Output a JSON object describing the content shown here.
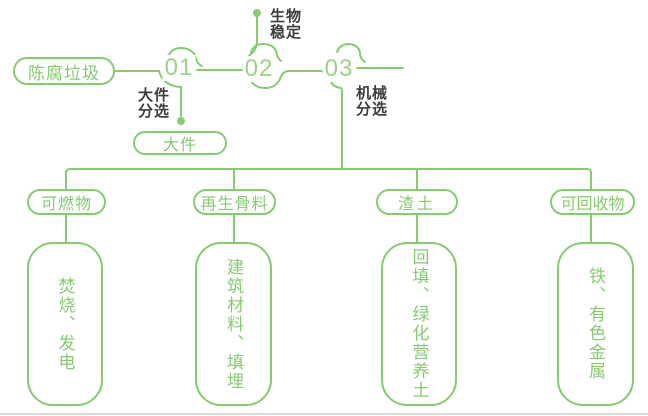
{
  "diagram": {
    "type": "flowchart",
    "topic": "陈腐垃圾处理流程",
    "colors": {
      "line_green": "#86cb72",
      "number_green": "#9bd287",
      "label_dark": "#3d3d3d",
      "background": "#ffffff",
      "bottom_divider": "#dcdcdc"
    },
    "source_label": "陈腐垃圾",
    "steps": [
      {
        "number": "01",
        "label_line1": "大件",
        "label_line2": "分选",
        "output_label": "大件"
      },
      {
        "number": "02",
        "label_line1": "生物",
        "label_line2": "稳定"
      },
      {
        "number": "03",
        "label_line1": "机械",
        "label_line2": "分选"
      }
    ],
    "branches": [
      {
        "category": "可燃物",
        "detail": "焚烧、发电"
      },
      {
        "category": "再生骨料",
        "detail": "建筑材料、填埋"
      },
      {
        "category": "渣土",
        "detail": "回填、绿化营养土"
      },
      {
        "category": "可回收物",
        "detail": "铁、有色金属"
      }
    ]
  }
}
